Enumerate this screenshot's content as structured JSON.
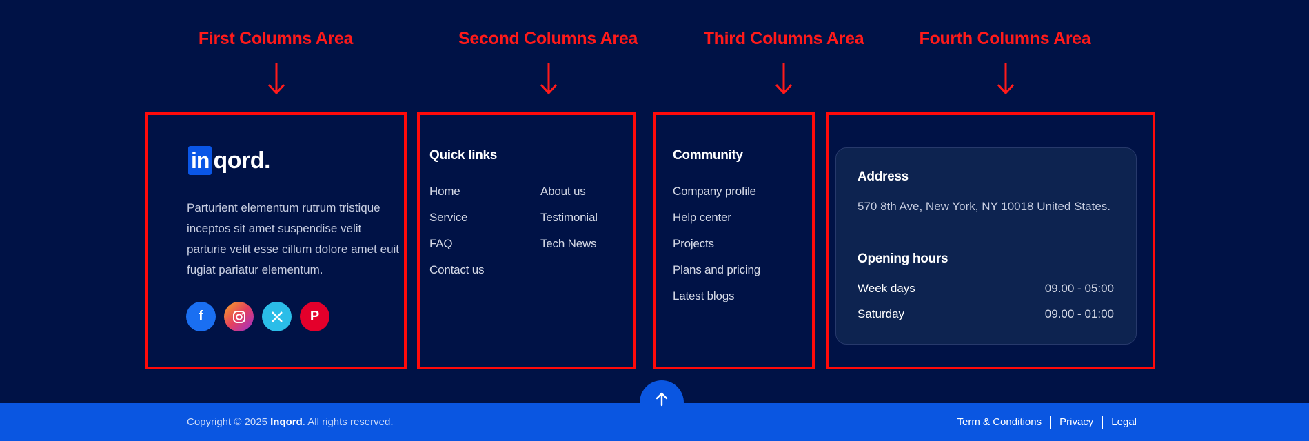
{
  "annotations": {
    "first": "First Columns Area",
    "second": "Second Columns  Area",
    "third": "Third Columns  Area",
    "fourth": "Fourth Columns  Area",
    "color": "#ff0a0a"
  },
  "brand": {
    "logo_badge": "in",
    "logo_rest": "qord.",
    "about": "Parturient elementum rutrum tristique inceptos sit amet suspendise velit parturie velit esse cillum dolore amet euit fugiat pariatur elementum.",
    "socials": [
      {
        "icon": "facebook-icon",
        "glyph": "f"
      },
      {
        "icon": "instagram-icon",
        "glyph": "◎"
      },
      {
        "icon": "x-icon",
        "glyph": "𝕏"
      },
      {
        "icon": "pinterest-icon",
        "glyph": "P"
      }
    ]
  },
  "quick_links": {
    "heading": "Quick links",
    "col1": [
      "Home",
      "Service",
      "FAQ",
      "Contact us"
    ],
    "col2": [
      "About us",
      "Testimonial",
      "Tech News"
    ]
  },
  "community": {
    "heading": "Community",
    "items": [
      "Company profile",
      "Help center",
      "Projects",
      "Plans and pricing",
      "Latest blogs"
    ]
  },
  "info": {
    "address_heading": "Address",
    "address": "570 8th Ave, New York, NY 10018 United States.",
    "hours_heading": "Opening hours",
    "hours": [
      {
        "day": "Week days",
        "time": "09.00 - 05:00"
      },
      {
        "day": "Saturday",
        "time": "09.00 - 01:00"
      }
    ]
  },
  "footer": {
    "copyright_prefix": "Copyright © 2025 ",
    "copyright_brand": "Inqord",
    "copyright_suffix": ". All rights reserved.",
    "links": [
      "Term & Conditions",
      "Privacy",
      "Legal"
    ]
  },
  "colors": {
    "background": "#001246",
    "accent": "#0a56e1"
  }
}
